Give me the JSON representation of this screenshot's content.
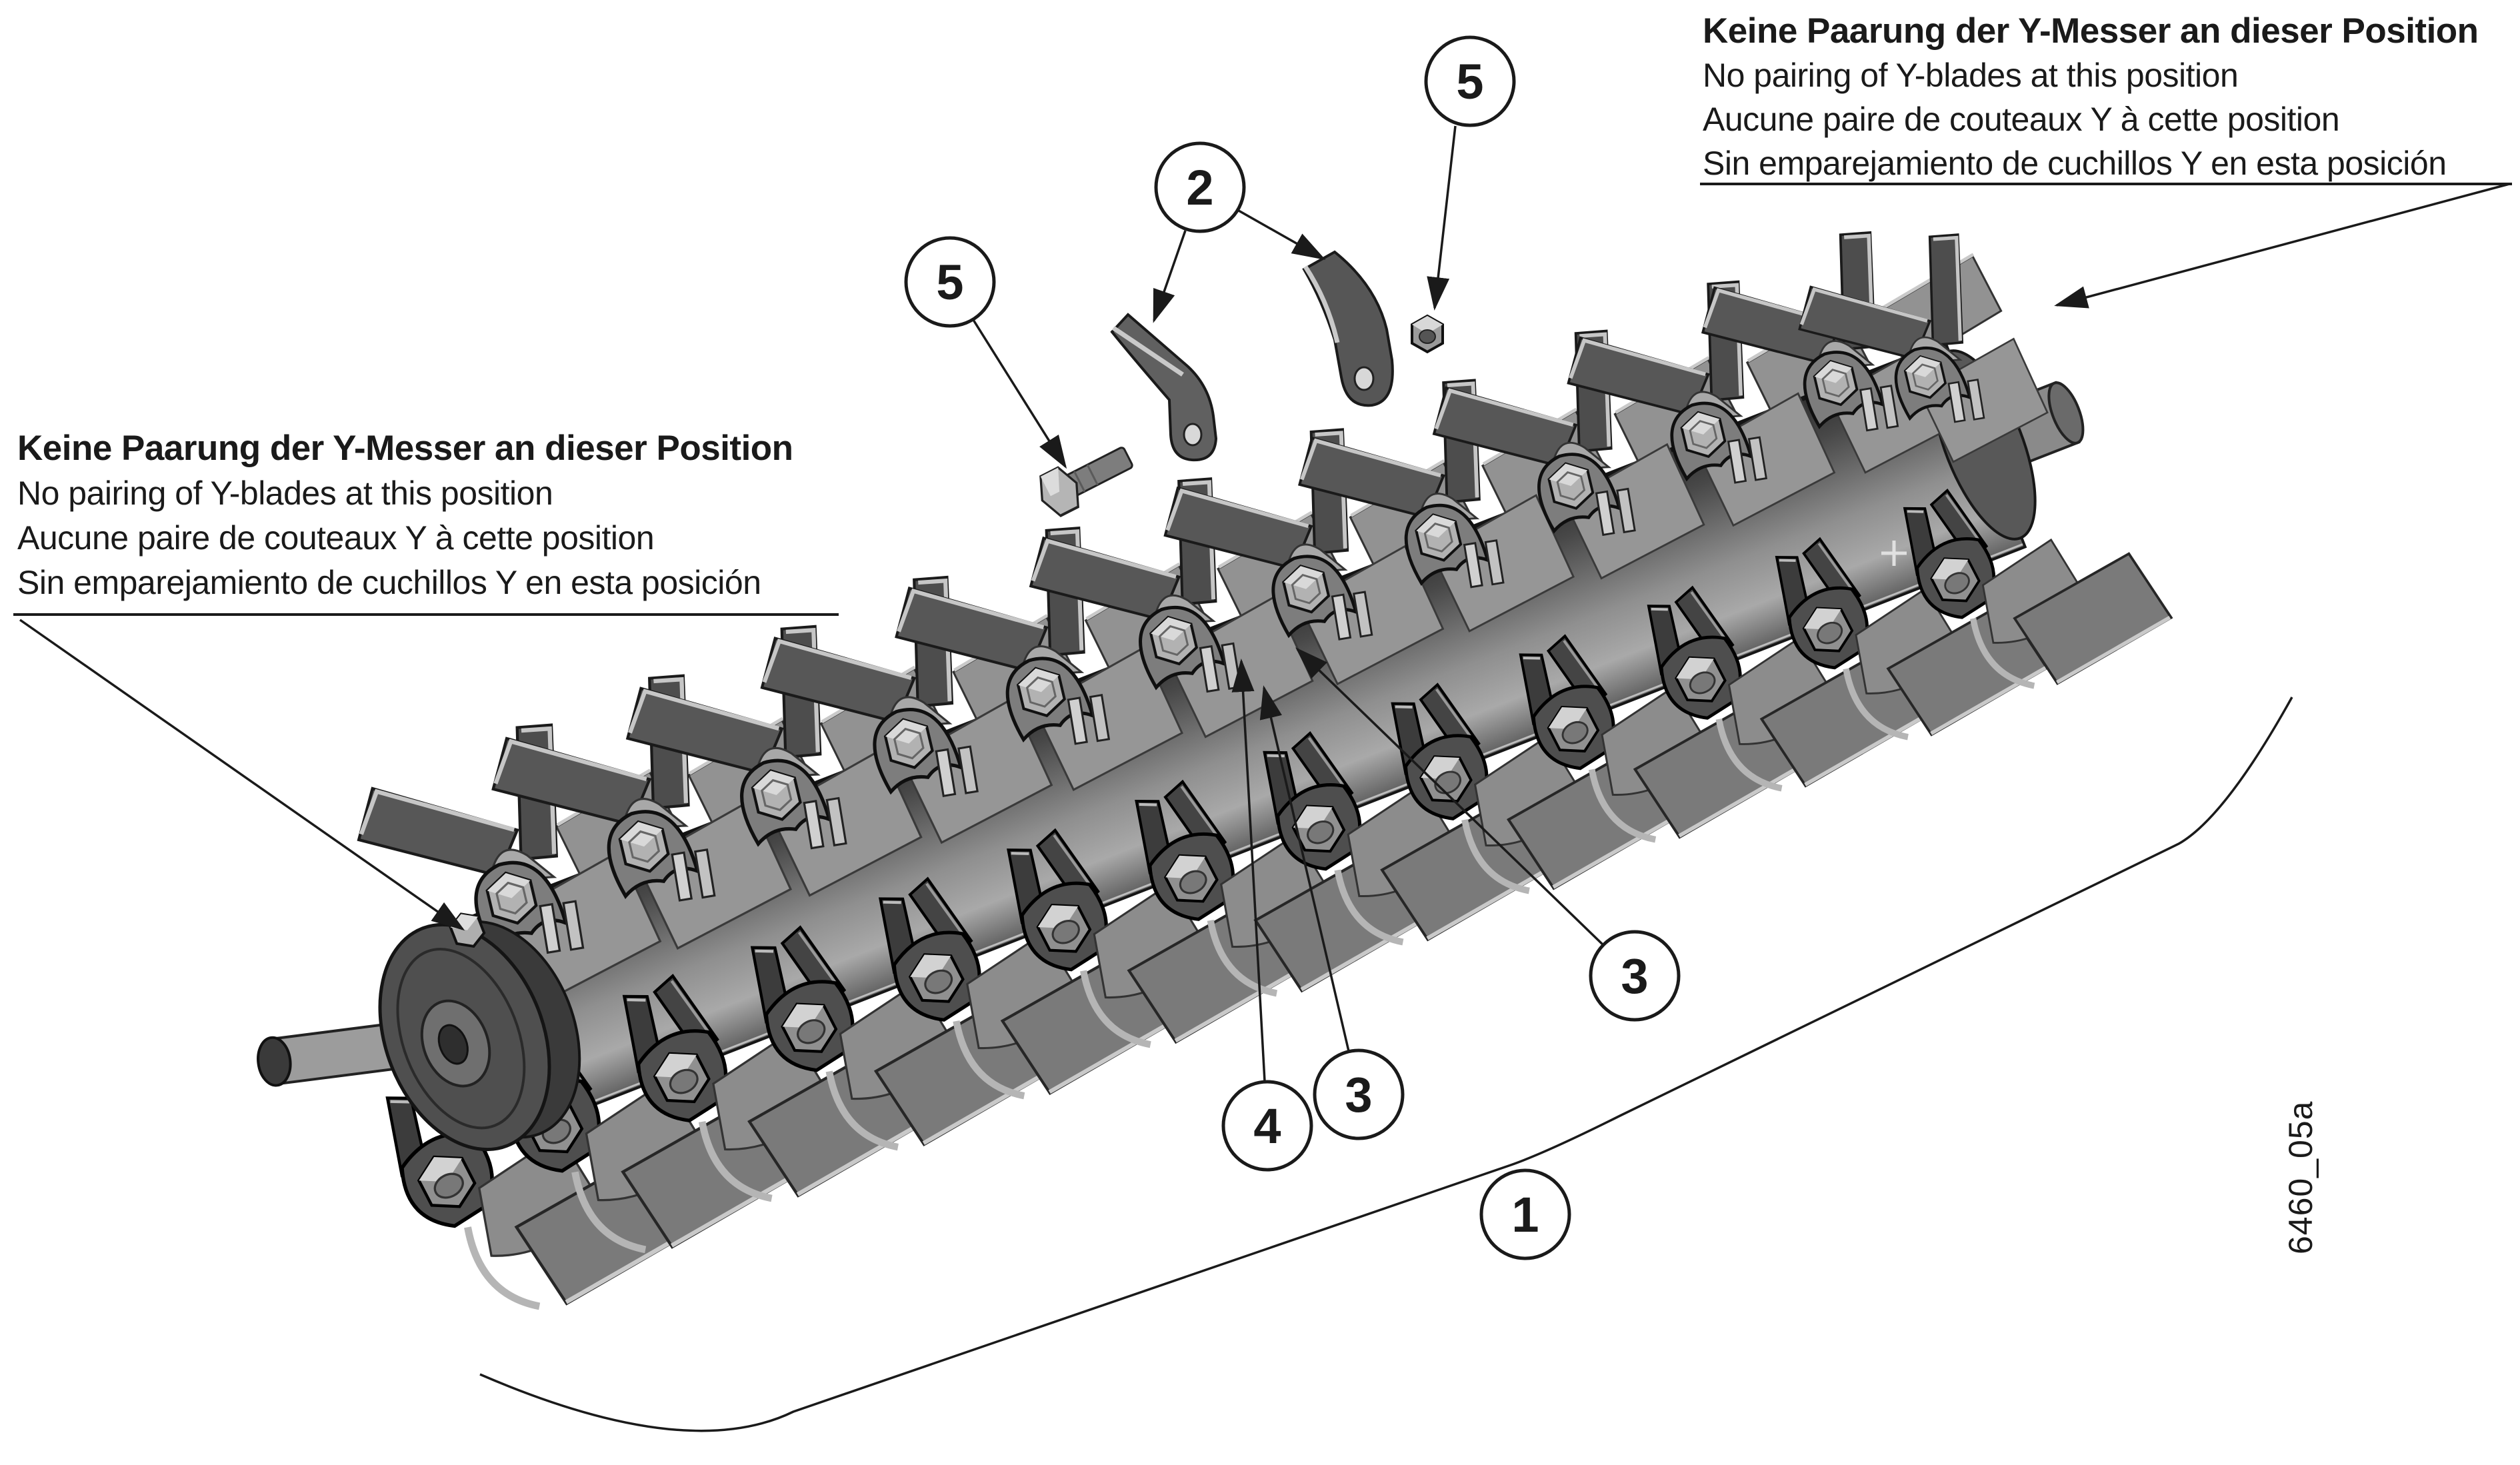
{
  "figure": {
    "drawing_number": "6460_05a",
    "background_color": "#ffffff",
    "line_color": "#1a1a1a",
    "metal_dark": "#4e4e4e",
    "metal_mid": "#8c8c8c",
    "metal_light": "#c9c9c9"
  },
  "notes": {
    "left": {
      "lines": [
        "Keine Paarung der Y-Messer an dieser Position",
        "No pairing of Y-blades at this position",
        "Aucune paire de couteaux Y à cette position",
        "Sin emparejamiento de cuchillos Y en esta posición"
      ]
    },
    "top_right": {
      "lines": [
        "Keine Paarung der Y-Messer an dieser Position",
        "No pairing of Y-blades at this position",
        "Aucune paire de couteaux Y à cette position",
        "Sin emparejamiento de cuchillos Y en esta posición"
      ]
    }
  },
  "callouts": {
    "c1": {
      "label": "1"
    },
    "c2": {
      "label": "2"
    },
    "c3a": {
      "label": "3"
    },
    "c3b": {
      "label": "3"
    },
    "c4": {
      "label": "4"
    },
    "c5a": {
      "label": "5"
    },
    "c5b": {
      "label": "5"
    }
  }
}
